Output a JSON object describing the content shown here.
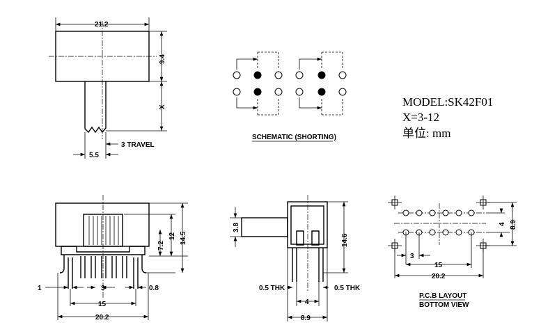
{
  "model": {
    "line1": "MODEL:SK42F01",
    "line2": "X=3-12",
    "line3": "单位: mm"
  },
  "top_view": {
    "width": "21.2",
    "height": "9.4",
    "stem": "X",
    "stem_width": "5.5",
    "travel": "3 TRAVEL"
  },
  "schematic": {
    "label": "SCHEMATIC (SHORTING)"
  },
  "front_view": {
    "pin_width": "1",
    "pitch": "3",
    "pin_right": "0.8",
    "span": "15",
    "overall": "20.2",
    "h1": "7.2",
    "h2": "12",
    "h3": "14.5"
  },
  "side_view": {
    "actuator": "3.8",
    "height": "14.6",
    "thk_left": "0.5 THK",
    "thk_right": "0.5 THK",
    "pin_gap": "4",
    "width": "8.9"
  },
  "pcb": {
    "pitch": "3",
    "span": "15",
    "overall": "20.2",
    "row_gap": "4",
    "height": "8.9",
    "title": "P.C.B LAYOUT",
    "subtitle": "BOTTOM VIEW"
  }
}
